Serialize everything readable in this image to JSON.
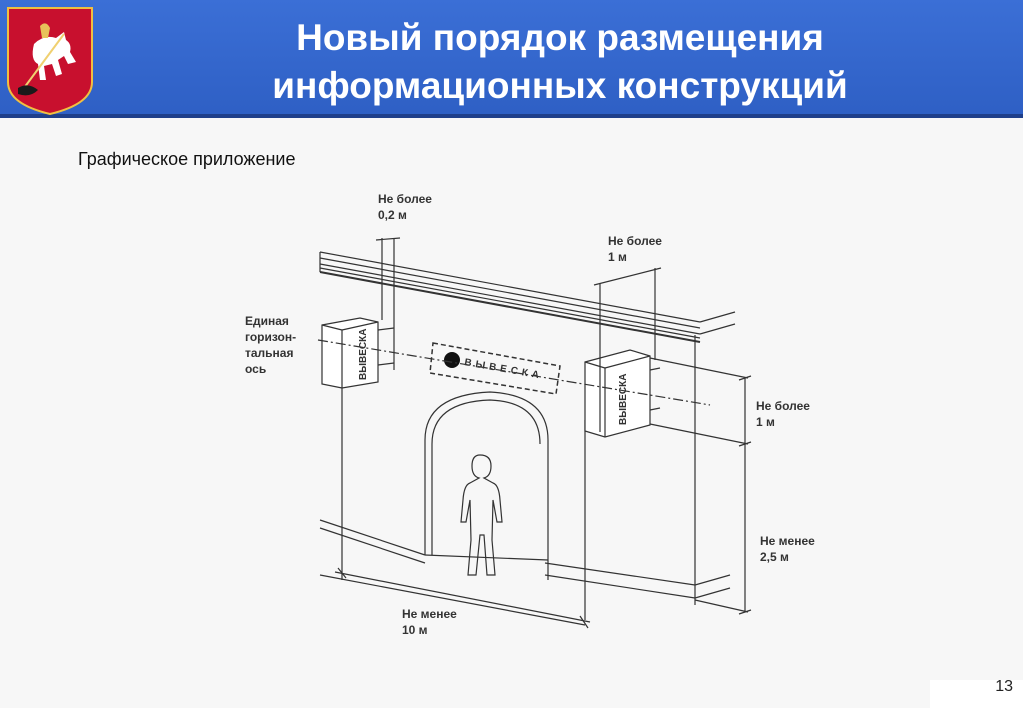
{
  "header": {
    "title_line1": "Новый порядок размещения",
    "title_line2": "информационных конструкций",
    "emblem_icon": "moscow-coat-of-arms-icon",
    "background_color": "#3b6fd6",
    "accent_color": "#1f3f8a",
    "emblem_color": "#c8102e"
  },
  "subtitle": "Графическое приложение",
  "diagram": {
    "label_top_gap_1": "Не более",
    "label_top_gap_2": "0,2 м",
    "label_projection_1": "Не более",
    "label_projection_2": "1 м",
    "label_axis_1": "Единая",
    "label_axis_2": "горизон-",
    "label_axis_3": "тальная",
    "label_axis_4": "ось",
    "label_height_1": "Не более",
    "label_height_2": "1 м",
    "label_min_height_1": "Не менее",
    "label_min_height_2": "2,5 м",
    "label_min_distance_1": "Не менее",
    "label_min_distance_2": "10 м",
    "sign_left": "ВЫВЕСКА",
    "sign_center": "ВЫВЕСКА",
    "sign_right": "ВЫВЕСКА"
  },
  "page_number": "13"
}
